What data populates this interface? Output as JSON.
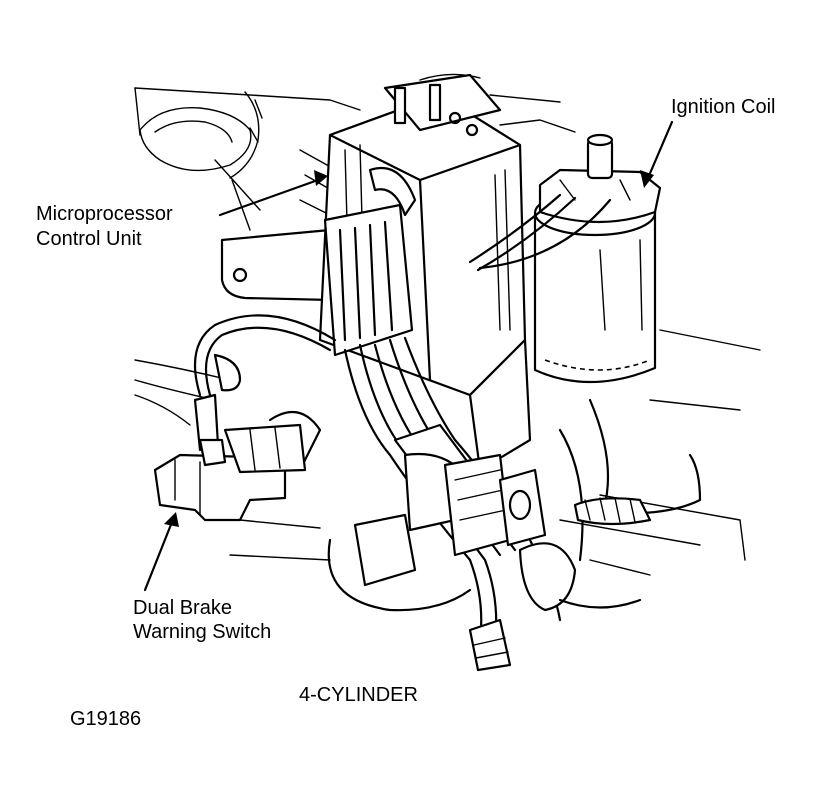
{
  "labels": {
    "ignition_coil": "Ignition Coil",
    "microprocessor_line1": "Microprocessor",
    "microprocessor_line2": "Control Unit",
    "brake_line1": "Dual Brake",
    "brake_line2": "Warning Switch",
    "variant": "4-CYLINDER",
    "figure_code": "G19186"
  },
  "colors": {
    "ink": "#000000",
    "paper": "#ffffff"
  }
}
